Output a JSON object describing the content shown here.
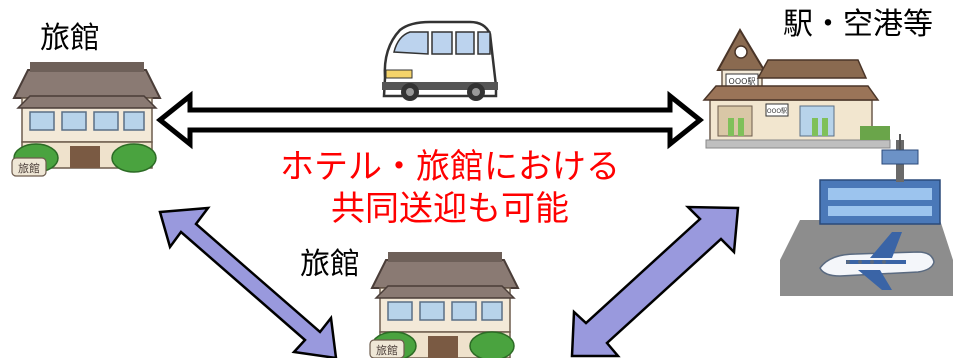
{
  "labels": {
    "inn_top_left": "旅館",
    "station_airport": "駅・空港等",
    "inn_bottom": "旅館"
  },
  "message": {
    "line1": "ホテル・旅館における",
    "line2": "共同送迎も可能"
  },
  "signs": {
    "inn_sign": "旅館",
    "station_sign": "OOO駅",
    "station_board": "OOO駅"
  },
  "colors": {
    "message_text": "#ff0000",
    "diagonal_arrow_fill": "#9999dd",
    "arrow_outline": "#000000"
  }
}
